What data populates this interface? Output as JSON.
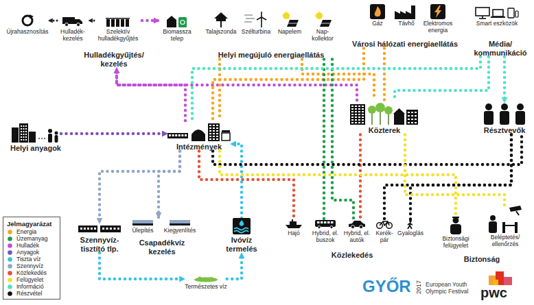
{
  "diagram": {
    "nodes": [
      {
        "text": [
          "Hulladékgyűjtés/ kezelés"
        ]
      },
      {
        "text": [
          "Újrahasznosítás"
        ],
        "in": 0
      },
      {
        "text": [
          "Hulladék- kezelés"
        ],
        "in": 0
      },
      {
        "text": [
          "Szelektív hulladékgyűjtés"
        ],
        "in": 0
      },
      {
        "text": [
          "Biomassza telep"
        ]
      },
      {
        "text": [
          "Helyi megújuló energiaellátás"
        ]
      },
      {
        "text": [
          "Talajszonda"
        ],
        "in": 5
      },
      {
        "text": [
          "Szélturbina"
        ],
        "in": 5
      },
      {
        "text": [
          "Napelem"
        ],
        "in": 5
      },
      {
        "text": [
          "Nap- kollektor"
        ],
        "in": 5
      },
      {
        "text": [
          "Városi hálózati energiaellátás"
        ]
      },
      {
        "text": [
          "Gáz"
        ],
        "in": 10
      },
      {
        "text": [
          "Távhő"
        ],
        "in": 10
      },
      {
        "text": [
          "Elektromos energia"
        ],
        "in": 10
      },
      {
        "text": [
          "Média/ kommunikáció"
        ]
      },
      {
        "text": [
          "Smart eszközök"
        ],
        "in": 14
      },
      {
        "text": [
          "Helyi anyagok"
        ]
      },
      {
        "text": [
          "Intézmények"
        ]
      },
      {
        "text": [
          "Közterek"
        ]
      },
      {
        "text": [
          "Résztvevők"
        ]
      },
      {
        "text": [
          "Szennyvíz- tisztító tlp."
        ]
      },
      {
        "text": [
          "Csapadékvíz kezelés"
        ]
      },
      {
        "text": [
          "Ülepítés"
        ],
        "in": 21
      },
      {
        "text": [
          "Kiegyenlítés"
        ],
        "in": 21
      },
      {
        "text": [
          "Ivóvíz termelés"
        ]
      },
      {
        "text": [
          "Közlekedés"
        ]
      },
      {
        "text": [
          "Hajó"
        ],
        "in": 25
      },
      {
        "text": [
          "Hybrid, el. buszok"
        ],
        "in": 25
      },
      {
        "text": [
          "Hybrid, el. autók"
        ],
        "in": 25
      },
      {
        "text": [
          "Kerék- pár"
        ],
        "in": 25
      },
      {
        "text": [
          "Gyaloglás"
        ],
        "in": 25
      },
      {
        "text": [
          "Biztonság"
        ]
      },
      {
        "text": [
          "Biztonsági felügyelet"
        ],
        "in": 31
      },
      {
        "text": [
          "Beléptetés/ ellenőrzés"
        ],
        "in": 31
      },
      {
        "text": [
          "Természetes víz"
        ]
      }
    ],
    "edges": [
      {
        "from": 2,
        "to": 1,
        "arrow": "to"
      },
      {
        "from": 3,
        "to": 2,
        "arrow": "to"
      },
      {
        "from": 3,
        "to": 4,
        "arrow": "to"
      },
      {
        "from": 17,
        "to": 0,
        "arrow": "to"
      },
      {
        "from": 18,
        "to": 0,
        "arrow": "to"
      },
      {
        "from": 16,
        "to": 17,
        "arrow": "to"
      },
      {
        "from": 5,
        "to": 17,
        "arrow": "none"
      },
      {
        "from": 5,
        "to": 18,
        "arrow": "none"
      },
      {
        "from": 10,
        "to": 17,
        "arrow": "none"
      },
      {
        "from": 10,
        "to": 18,
        "arrow": "none"
      },
      {
        "from": 5,
        "to": 27,
        "arrow": "none"
      },
      {
        "from": 5,
        "to": 28,
        "arrow": "none"
      },
      {
        "from": 14,
        "to": 19,
        "arrow": "to"
      },
      {
        "from": 14,
        "to": 17,
        "arrow": "none"
      },
      {
        "from": 14,
        "to": 18,
        "arrow": "none"
      },
      {
        "from": 24,
        "to": 17,
        "arrow": "to"
      },
      {
        "from": 20,
        "to": 34,
        "arrow": "to"
      },
      {
        "from": 34,
        "to": 24,
        "arrow": "to"
      },
      {
        "from": 17,
        "to": 20,
        "arrow": "to"
      },
      {
        "from": 17,
        "to": 21,
        "arrow": "to"
      },
      {
        "from": 17,
        "to": 26,
        "arrow": "none"
      },
      {
        "from": 18,
        "to": 28,
        "arrow": "none"
      },
      {
        "from": 17,
        "to": 19,
        "arrow": "none"
      },
      {
        "from": 19,
        "to": 29,
        "arrow": "none"
      },
      {
        "from": 19,
        "to": 30,
        "arrow": "none"
      },
      {
        "from": 17,
        "to": 32,
        "arrow": "none"
      },
      {
        "from": 18,
        "to": 33,
        "arrow": "none"
      }
    ],
    "labels": [
      "Jelmagyarázat",
      "GYŐR",
      "2017",
      "European Youth Olympic Festival",
      "pwc"
    ],
    "legend": [
      {
        "text": "Energia",
        "color": "#f5a623"
      },
      {
        "text": "Üzemanyag",
        "color": "#1e9e48"
      },
      {
        "text": "Hulladék",
        "color": "#c04fd8"
      },
      {
        "text": "Anyagok",
        "color": "#7b4fc0"
      },
      {
        "text": "Tiszta víz",
        "color": "#36c3e6"
      },
      {
        "text": "Szennyvíz",
        "color": "#8ea5c8"
      },
      {
        "text": "Közlekedés",
        "color": "#e2553a"
      },
      {
        "text": "Felügyelet",
        "color": "#f3e12b"
      },
      {
        "text": "Információ",
        "color": "#4ee3c5"
      },
      {
        "text": "Részvétel",
        "color": "#111111"
      }
    ]
  }
}
